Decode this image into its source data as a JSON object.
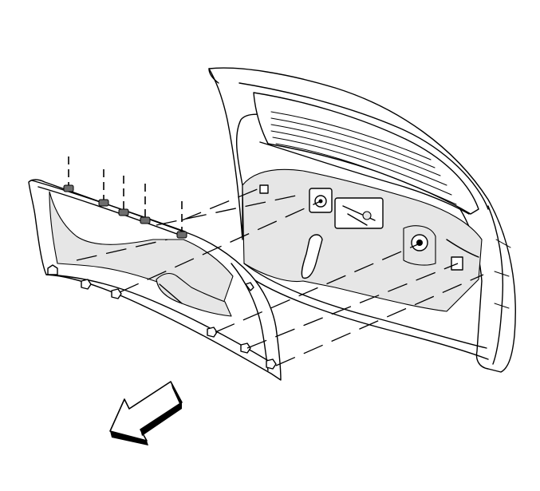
{
  "diagram": {
    "view": "liftgate-interior-trim-panel-exploded",
    "components": [
      {
        "name": "liftgate",
        "type": "vehicle-body-part"
      },
      {
        "name": "trim-panel",
        "type": "interior-trim"
      },
      {
        "name": "retainer-clips",
        "type": "fastener",
        "count": 5
      },
      {
        "name": "alignment-lines",
        "type": "dashed-guide",
        "count": 7
      }
    ],
    "arrow": {
      "meaning": "front-of-vehicle",
      "direction": "lower-left"
    },
    "labels": []
  }
}
